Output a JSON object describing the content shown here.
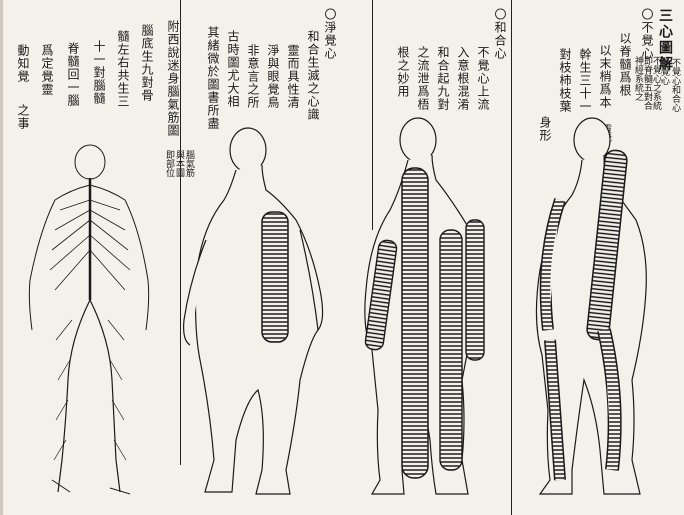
{
  "title": "三心圖解",
  "sections": {
    "bujue": {
      "heading": "〇不覺心",
      "notes": [
        "不覺心和合心",
        "淨覺心"
      ],
      "sub_notes": [
        "不覺心之系統",
        "即脊髓五對合",
        "神經系統之"
      ],
      "lines": [
        "以脊髓爲根",
        "以末梢爲本",
        "幹生三十一",
        "對枝柿枝葉",
        "身形"
      ],
      "figure_label": "靈覺"
    },
    "hehe": {
      "heading": "〇和合心",
      "lines": [
        "不覺心上流",
        "入意根混淆",
        "和合起九對",
        "之流泄爲梧",
        "根之妙用"
      ]
    },
    "jingjue": {
      "heading": "〇淨覺心",
      "lines": [
        "和合生滅之心識",
        "靈而具性清",
        "淨與眼覺鳥",
        "非意言之所",
        "古時圖尤大相",
        "其緒微於圖書所盡"
      ]
    },
    "appendix": {
      "heading": "附西說迷身腦氣筋圖",
      "sub_notes": [
        "腦氣筋",
        "與本圖",
        "即部位"
      ],
      "lines": [
        "腦底生九對骨",
        "髓左右共生三",
        "十一對腦髓",
        "脊髓回一腦",
        "爲定覺靈",
        "動知覺",
        "之事"
      ]
    }
  },
  "figures": [
    "nervous-system-back-figure",
    "jingjue-figure",
    "hehe-figure",
    "bujue-figure"
  ]
}
